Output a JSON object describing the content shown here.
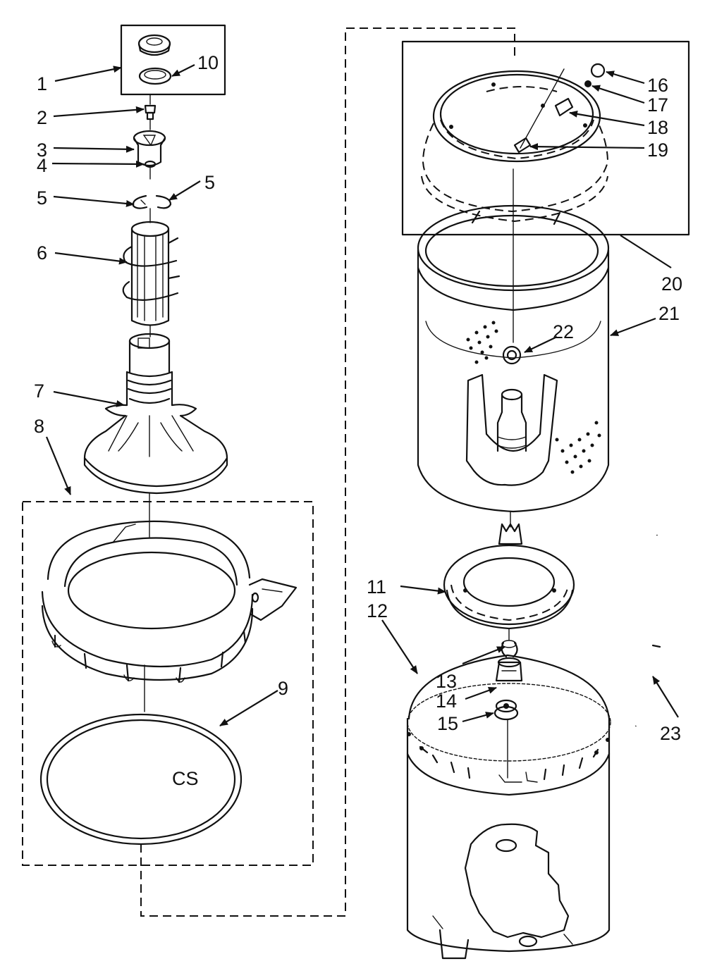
{
  "labels": {
    "l1": "1",
    "l2": "2",
    "l3": "3",
    "l4": "4",
    "l5a": "5",
    "l5b": "5",
    "l6": "6",
    "l7": "7",
    "l8": "8",
    "l9": "9",
    "l10": "10",
    "l11": "11",
    "l12": "12",
    "l13": "13",
    "l14": "14",
    "l15": "15",
    "l16": "16",
    "l17": "17",
    "l18": "18",
    "l19": "19",
    "l20": "20",
    "l21": "21",
    "l22": "22",
    "l23": "23"
  },
  "ring_text": "CS"
}
